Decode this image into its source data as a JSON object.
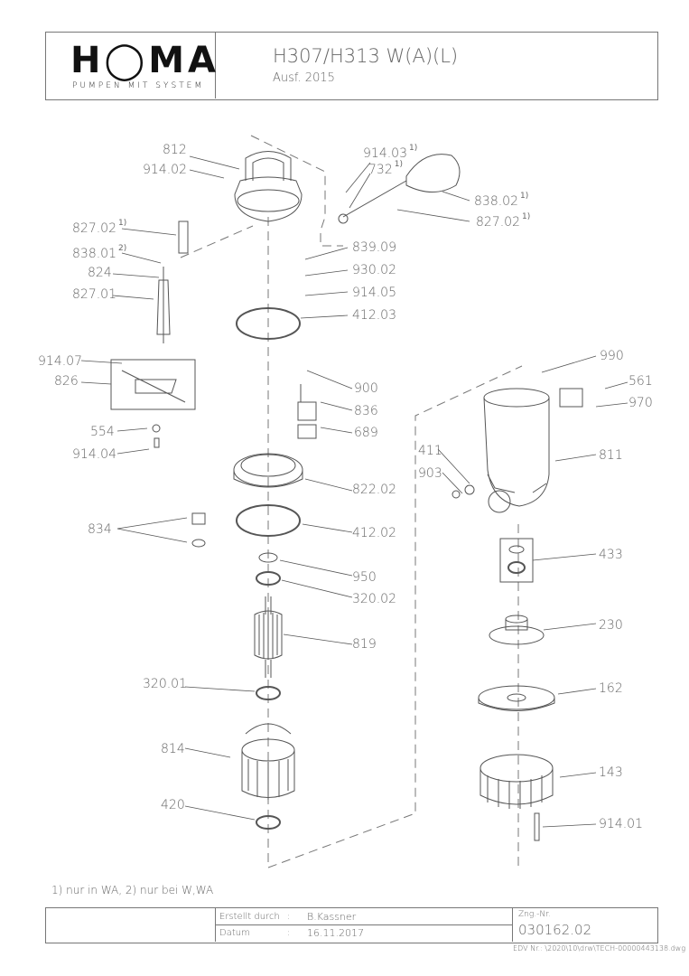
{
  "header": {
    "logo_text": "H◯MA",
    "logo_sub": "PUMPEN MIT SYSTEM",
    "title": "H307/H313 W(A)(L)",
    "subtitle": "Ausf. 2015"
  },
  "parts": [
    {
      "id": "812",
      "num": "812",
      "sup": ""
    },
    {
      "id": "914-02",
      "num": "914.02",
      "sup": ""
    },
    {
      "id": "914-03",
      "num": "914.03",
      "sup": "1)"
    },
    {
      "id": "732",
      "num": "732",
      "sup": "1)"
    },
    {
      "id": "838-02",
      "num": "838.02",
      "sup": "1)"
    },
    {
      "id": "827-02-right",
      "num": "827.02",
      "sup": "1)"
    },
    {
      "id": "827-02-left",
      "num": "827.02",
      "sup": "1)"
    },
    {
      "id": "838-01",
      "num": "838.01",
      "sup": "2)"
    },
    {
      "id": "824",
      "num": "824",
      "sup": ""
    },
    {
      "id": "827-01",
      "num": "827.01",
      "sup": ""
    },
    {
      "id": "839-09",
      "num": "839.09",
      "sup": ""
    },
    {
      "id": "930-02",
      "num": "930.02",
      "sup": ""
    },
    {
      "id": "914-05",
      "num": "914.05",
      "sup": ""
    },
    {
      "id": "412-03",
      "num": "412.03",
      "sup": ""
    },
    {
      "id": "914-07",
      "num": "914.07",
      "sup": ""
    },
    {
      "id": "826",
      "num": "826",
      "sup": ""
    },
    {
      "id": "990",
      "num": "990",
      "sup": ""
    },
    {
      "id": "561",
      "num": "561",
      "sup": ""
    },
    {
      "id": "970",
      "num": "970",
      "sup": ""
    },
    {
      "id": "900",
      "num": "900",
      "sup": ""
    },
    {
      "id": "836",
      "num": "836",
      "sup": ""
    },
    {
      "id": "689",
      "num": "689",
      "sup": ""
    },
    {
      "id": "554",
      "num": "554",
      "sup": ""
    },
    {
      "id": "914-04",
      "num": "914.04",
      "sup": ""
    },
    {
      "id": "411",
      "num": "411",
      "sup": ""
    },
    {
      "id": "811",
      "num": "811",
      "sup": ""
    },
    {
      "id": "903",
      "num": "903",
      "sup": ""
    },
    {
      "id": "822-02",
      "num": "822.02",
      "sup": ""
    },
    {
      "id": "834",
      "num": "834",
      "sup": ""
    },
    {
      "id": "412-02",
      "num": "412.02",
      "sup": ""
    },
    {
      "id": "433",
      "num": "433",
      "sup": ""
    },
    {
      "id": "950",
      "num": "950",
      "sup": ""
    },
    {
      "id": "320-02",
      "num": "320.02",
      "sup": ""
    },
    {
      "id": "230",
      "num": "230",
      "sup": ""
    },
    {
      "id": "819",
      "num": "819",
      "sup": ""
    },
    {
      "id": "162",
      "num": "162",
      "sup": ""
    },
    {
      "id": "320-01",
      "num": "320.01",
      "sup": ""
    },
    {
      "id": "814",
      "num": "814",
      "sup": ""
    },
    {
      "id": "143",
      "num": "143",
      "sup": ""
    },
    {
      "id": "420",
      "num": "420",
      "sup": ""
    },
    {
      "id": "914-01",
      "num": "914.01",
      "sup": ""
    }
  ],
  "footnote": "1) nur in WA, 2) nur bei W,WA",
  "footer": {
    "created_label": "Erstellt durch",
    "created_value": "B.Kassner",
    "date_label": "Datum",
    "date_value": "16.11.2017",
    "sep": ":",
    "drawing_label": "Zng.-Nr.",
    "drawing_value": "030162.02",
    "edv": "EDV Nr.: \\2020\\10\\drw\\TECH-00000443138.dwg"
  }
}
